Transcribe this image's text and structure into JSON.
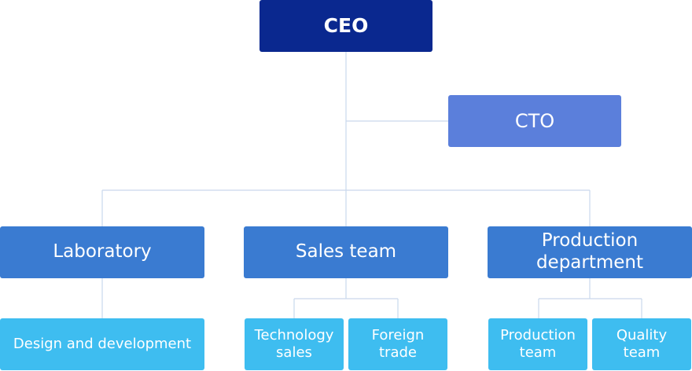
{
  "chart": {
    "ceo": "CEO",
    "cto": "CTO",
    "departments": [
      {
        "label": "Laboratory"
      },
      {
        "label": "Sales team"
      },
      {
        "label": "Production\ndepartment"
      }
    ],
    "teams": [
      {
        "label": "Design and development"
      },
      {
        "label": "Technology\nsales"
      },
      {
        "label": "Foreign\ntrade"
      },
      {
        "label": "Production\nteam"
      },
      {
        "label": "Quality\nteam"
      }
    ]
  },
  "colors": {
    "ceo": "#0a288f",
    "cto": "#5b7fdb",
    "department": "#3a7bd1",
    "team": "#3ebdf0",
    "connector": "#c9d8ec"
  }
}
